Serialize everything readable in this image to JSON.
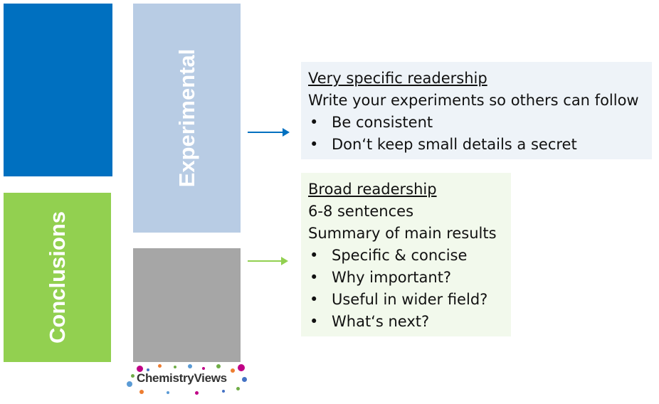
{
  "left_column": {
    "top_block_color": "#0070C0",
    "bottom_block_color": "#92D050",
    "bottom_block_label": "Conclusions"
  },
  "right_column": {
    "top_block_color": "#B8CCE4",
    "top_block_label": "Experimental",
    "bottom_block_color": "#A6A6A6"
  },
  "experimental_panel": {
    "heading": "Very specific readership",
    "subtitle": "Write your experiments so others can follow",
    "bullets": [
      "Be consistent",
      "Don‘t keep small details a secret"
    ]
  },
  "conclusions_panel": {
    "heading": "Broad readership",
    "line1": "6-8 sentences",
    "line2": "Summary of main results",
    "bullets": [
      "Specific & concise",
      "Why important?",
      "Useful in wider field?",
      "What‘s next?"
    ]
  },
  "logo": {
    "text": "ChemistryViews"
  }
}
